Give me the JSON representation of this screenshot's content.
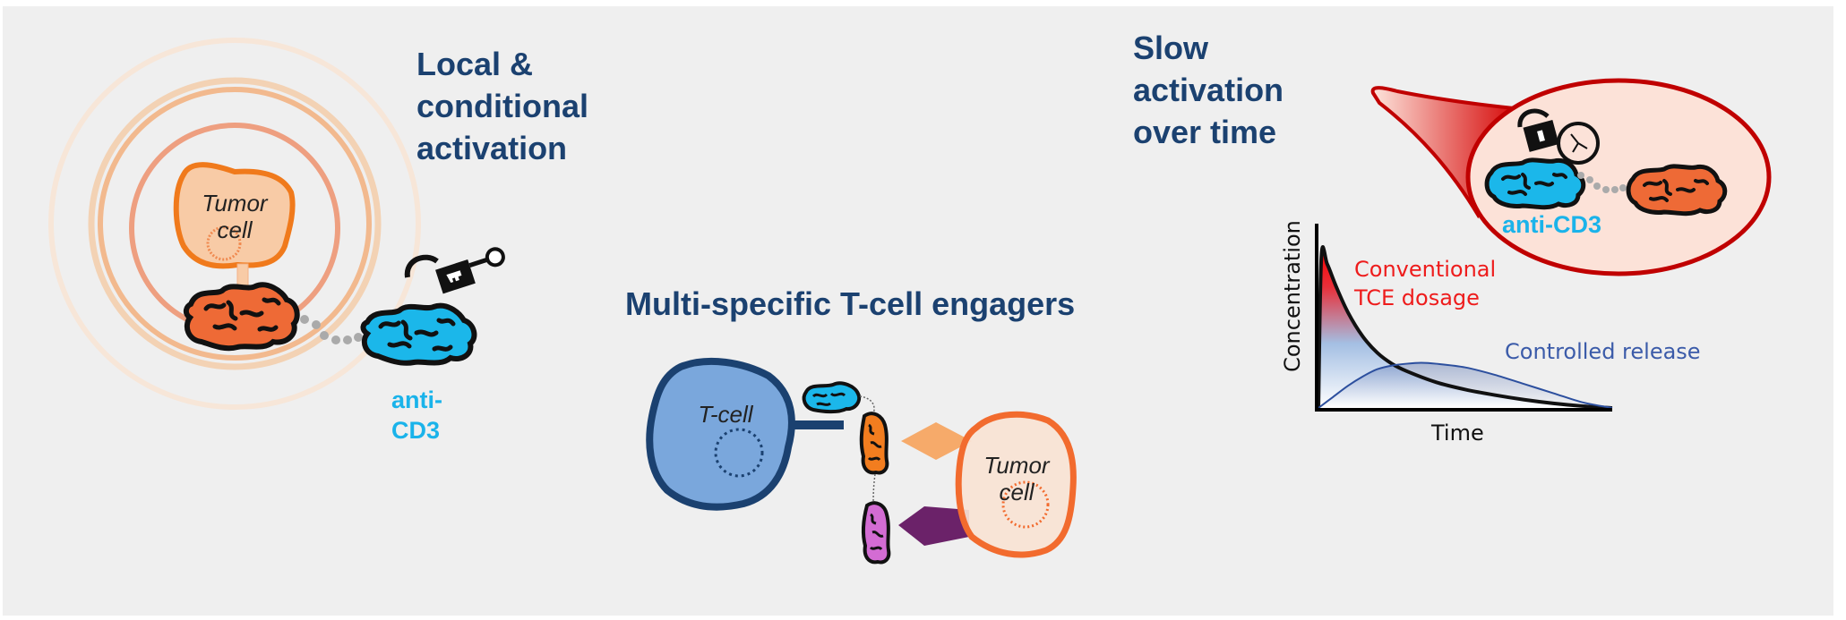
{
  "panels": {
    "local": {
      "heading": [
        "Local &",
        "conditional",
        "activation"
      ],
      "tumor_cell_label": [
        "Tumor",
        "cell"
      ],
      "anti_cd3_label": [
        "anti-",
        "CD3"
      ]
    },
    "multi": {
      "heading": "Multi-specific T-cell engagers",
      "t_cell_label": "T-cell",
      "tumor_cell_label": [
        "Tumor",
        "cell"
      ]
    },
    "slow": {
      "heading": [
        "Slow",
        "activation",
        "over time"
      ],
      "anti_cd3_label": "anti-CD3"
    }
  },
  "colors": {
    "heading": "#1b4170",
    "anti_cd3": "#1ab3ea",
    "tumor_protein": "#ee6a36",
    "conventional": "#ee1c1c",
    "controlled": "#3b5ba9",
    "bubble_outline": "#c00000",
    "bubble_fill": "#fce2d8"
  },
  "chart_data": {
    "type": "line",
    "title": "",
    "xlabel": "Time",
    "ylabel": "Concentration",
    "xlim": [
      0,
      10
    ],
    "ylim": [
      0,
      1
    ],
    "grid": false,
    "series": [
      {
        "name": "Conventional TCE dosage",
        "label_lines": [
          "Conventional",
          "TCE dosage"
        ],
        "x": [
          0,
          0.1,
          0.3,
          0.6,
          1.0,
          1.5,
          2.0,
          2.5,
          3.0,
          4.0,
          5.0,
          6.0,
          7.0,
          8.0,
          9.0,
          10.0
        ],
        "y": [
          0,
          0.82,
          0.78,
          0.66,
          0.52,
          0.39,
          0.3,
          0.24,
          0.2,
          0.14,
          0.1,
          0.07,
          0.045,
          0.025,
          0.01,
          0.0
        ]
      },
      {
        "name": "Controlled release",
        "label_lines": [
          "Controlled release"
        ],
        "x": [
          0,
          0.5,
          1.0,
          1.5,
          2.0,
          2.5,
          3.0,
          3.5,
          4.0,
          5.0,
          6.0,
          7.0,
          8.0,
          9.0,
          10.0
        ],
        "y": [
          0,
          0.06,
          0.12,
          0.17,
          0.21,
          0.23,
          0.24,
          0.245,
          0.24,
          0.22,
          0.18,
          0.13,
          0.08,
          0.03,
          0.0
        ]
      }
    ]
  }
}
